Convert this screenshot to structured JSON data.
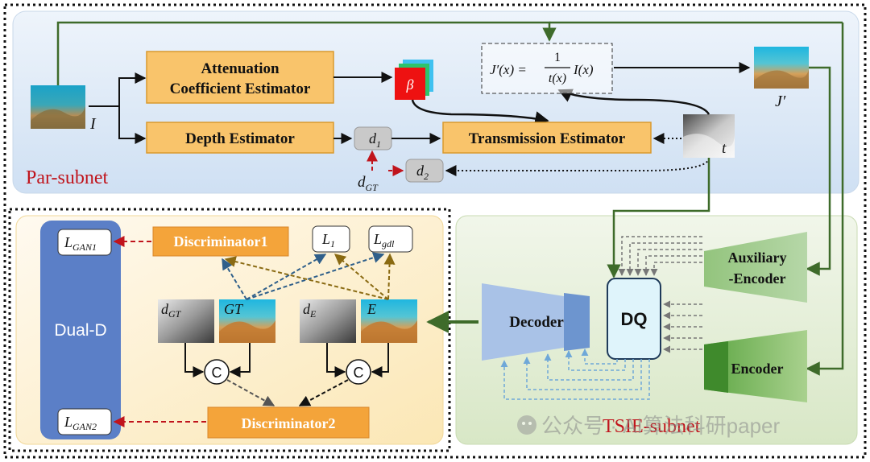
{
  "par_subnet": {
    "label": "Par-subnet",
    "input_label": "I",
    "attenuation_box": [
      "Attenuation",
      "Coefficient Estimator"
    ],
    "beta_label": "β",
    "depth_box": "Depth Estimator",
    "d1_label": "d",
    "d1_sub": "1",
    "d2_label": "d",
    "d2_sub": "2",
    "dgt_label": "d",
    "dgt_sub": "GT",
    "transmission_box": "Transmission Estimator",
    "t_label": "t",
    "formula_lhs": "J′(x) =",
    "formula_num": "1",
    "formula_den": "t(x)",
    "formula_rhs": "I(x)",
    "jprime_label": "J′"
  },
  "dual_d": {
    "bar_label": "Dual-D",
    "lgan1_main": "L",
    "lgan1_sub": "GAN1",
    "lgan2_main": "L",
    "lgan2_sub": "GAN2",
    "disc1": "Discriminator1",
    "disc2": "Discriminator2",
    "l1_main": "L",
    "l1_sub": "1",
    "lgdl_main": "L",
    "lgdl_sub": "gdl",
    "dgt_main": "d",
    "dgt_sub": "GT",
    "gt_label": "GT",
    "de_main": "d",
    "de_sub": "E",
    "e_label": "E",
    "concat_label": "C"
  },
  "tsie": {
    "label": "TSIE-subnet",
    "decoder": "Decoder",
    "dq": "DQ",
    "aux_encoder": [
      "Auxiliary",
      "-Encoder"
    ],
    "encoder": "Encoder"
  },
  "watermark": "公众号 · AI算法科研paper",
  "colors": {
    "orange_box": "#f9c46b",
    "orange_dark": "#f4a43a",
    "blue_panel": "#dbe8f6",
    "yellow_panel": "#fdf1d2",
    "green_panel": "#e3eed6",
    "dual_bar": "#5b7fc7",
    "green_arrow": "#3e6b2a",
    "red_dash": "#c0141c",
    "blue_dash": "#2f5f8a",
    "gold_dash": "#8a6a12"
  }
}
